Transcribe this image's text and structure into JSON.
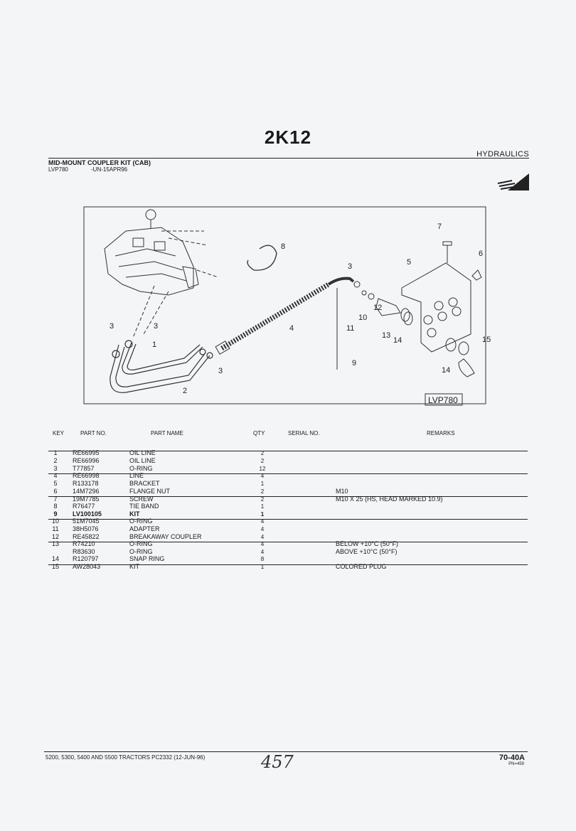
{
  "header": {
    "page_code": "2K12",
    "section": "HYDRAULICS",
    "kit_title": "MID-MOUNT COUPLER KIT (CAB)",
    "kit_code": "LVP780",
    "kit_date": "-UN-15APR96"
  },
  "diagram": {
    "label": "LVP780",
    "callouts": [
      "1",
      "2",
      "3",
      "4",
      "5",
      "6",
      "7",
      "8",
      "9",
      "10",
      "11",
      "12",
      "13",
      "14",
      "15"
    ]
  },
  "table": {
    "columns": [
      "KEY",
      "PART NO.",
      "PART NAME",
      "QTY",
      "SERIAL NO.",
      "REMARKS"
    ],
    "rows": [
      {
        "key": "1",
        "part": "RE66995",
        "name": "OIL LINE",
        "qty": "2",
        "remarks": ""
      },
      {
        "key": "2",
        "part": "RE66996",
        "name": "OIL LINE",
        "qty": "2",
        "remarks": ""
      },
      {
        "key": "3",
        "part": "T77857",
        "name": "O-RING",
        "qty": "12",
        "remarks": ""
      },
      {
        "key": "4",
        "part": "RE66998",
        "name": "LINE",
        "qty": "4",
        "remarks": ""
      },
      {
        "key": "5",
        "part": "R133178",
        "name": "BRACKET",
        "qty": "1",
        "remarks": ""
      },
      {
        "key": "6",
        "part": "14M7296",
        "name": "FLANGE NUT",
        "qty": "2",
        "remarks": "M10"
      },
      {
        "key": "7",
        "part": "19M7785",
        "name": "SCREW",
        "qty": "2",
        "remarks": "M10 X 25 (HS, HEAD MARKED 10.9)"
      },
      {
        "key": "8",
        "part": "R76477",
        "name": "TIE BAND",
        "qty": "1",
        "remarks": ""
      },
      {
        "key": "9",
        "part": "LV100105",
        "name": "KIT",
        "qty": "1",
        "remarks": "",
        "bold": true
      },
      {
        "key": "10",
        "part": "51M7045",
        "name": "O-RING",
        "qty": "4",
        "remarks": ""
      },
      {
        "key": "11",
        "part": "38H5076",
        "name": "ADAPTER",
        "qty": "4",
        "remarks": ""
      },
      {
        "key": "12",
        "part": "RE45822",
        "name": "BREAKAWAY COUPLER",
        "qty": "4",
        "remarks": ""
      },
      {
        "key": "13",
        "part": "R74210",
        "name": "O-RING",
        "qty": "4",
        "remarks": "BELOW +10°C (50°F)"
      },
      {
        "key": "",
        "part": "R83630",
        "name": "O-RING",
        "qty": "4",
        "remarks": "ABOVE +10°C (50°F)"
      },
      {
        "key": "14",
        "part": "R120797",
        "name": "SNAP RING",
        "qty": "8",
        "remarks": ""
      },
      {
        "key": "15",
        "part": "AW28043",
        "name": "KIT",
        "qty": "1",
        "remarks": "COLORED PLUG"
      }
    ]
  },
  "footer": {
    "text": "5200, 5300, 5400 AND 5500 TRACTORS   PC2332     (12-JUN-96)",
    "handwritten": "457",
    "page_ref": "70-40A",
    "pn": "PN=459"
  }
}
